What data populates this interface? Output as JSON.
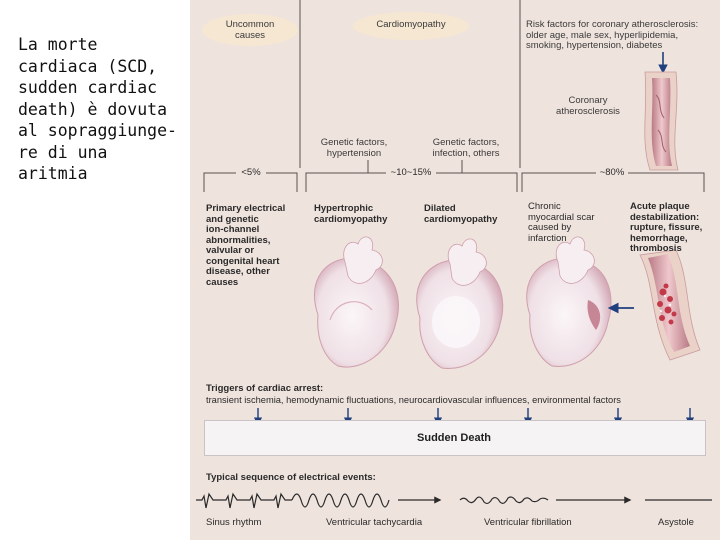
{
  "caption": "La morte\ncardiaca (SCD,\nsudden cardiac\ndeath) è dovuta\nal sopraggiunge-\nre di una aritmia",
  "headers": {
    "uncommon": "Uncommon\ncauses",
    "cardiomyopathy": "Cardiomyopathy",
    "risk_factors": "Risk factors for coronary atherosclerosis:\nolder age, male sex, hyperlipidemia,\nsmoking, hypertension, diabetes"
  },
  "coronary": "Coronary\natherosclerosis",
  "genetic_left": "Genetic factors,\nhypertension",
  "genetic_right": "Genetic factors,\ninfection, others",
  "percentages": {
    "uncommon": "<5%",
    "cardiomyopathy": "~10~15%",
    "coronary": "~80%"
  },
  "columns": {
    "primary": "Primary electrical\nand genetic\nion-channel\nabnormalities,\nvalvular or\ncongenital heart\ndisease, other\ncauses",
    "hypertrophic": "Hypertrophic\ncardiomyopathy",
    "dilated": "Dilated\ncardiomyopathy",
    "chronic": "Chronic\nmyocardial scar\ncaused by\ninfarction",
    "acute": "Acute plaque\ndestabilization:\nrupture, fissure,\nhemorrhage,\nthrombosis"
  },
  "triggers": {
    "title": "Triggers of cardiac arrest:",
    "list": "transient ischemia, hemodynamic fluctuations, neurocardiovascular influences, environmental factors"
  },
  "sudden_death": "Sudden Death",
  "sequence_title": "Typical sequence of electrical events:",
  "rhythms": {
    "sinus": "Sinus rhythm",
    "vt": "Ventricular tachycardia",
    "vf": "Ventricular fibrillation",
    "asystole": "Asystole"
  },
  "colors": {
    "panel": "#efe3dd",
    "divider": "#5a5050",
    "arrow": "#1f3f7f",
    "heart": "#f2e6ea",
    "heart_shade": "#cf9fad",
    "artery": "#d7a3ad",
    "artery_wall": "#ead2c8",
    "clot": "#c23a4a"
  }
}
